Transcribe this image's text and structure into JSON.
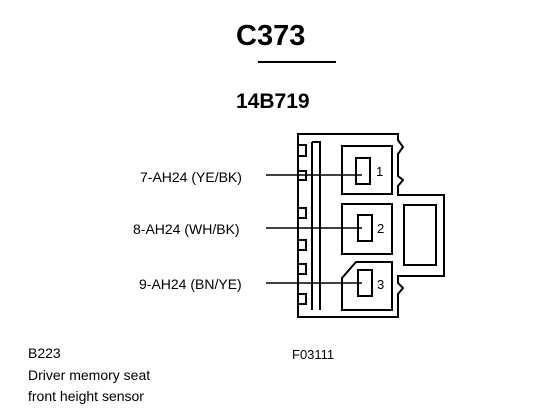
{
  "connector": {
    "id": "C373",
    "part_number": "14B719"
  },
  "wires": [
    {
      "pin": "1",
      "label": "7-AH24 (YE/BK)"
    },
    {
      "pin": "2",
      "label": "8-AH24 (WH/BK)"
    },
    {
      "pin": "3",
      "label": "9-AH24 (BN/YE)"
    }
  ],
  "component": {
    "code": "B223",
    "line1": "Driver memory seat",
    "line2": "front height sensor"
  },
  "figure_code": "F03111"
}
